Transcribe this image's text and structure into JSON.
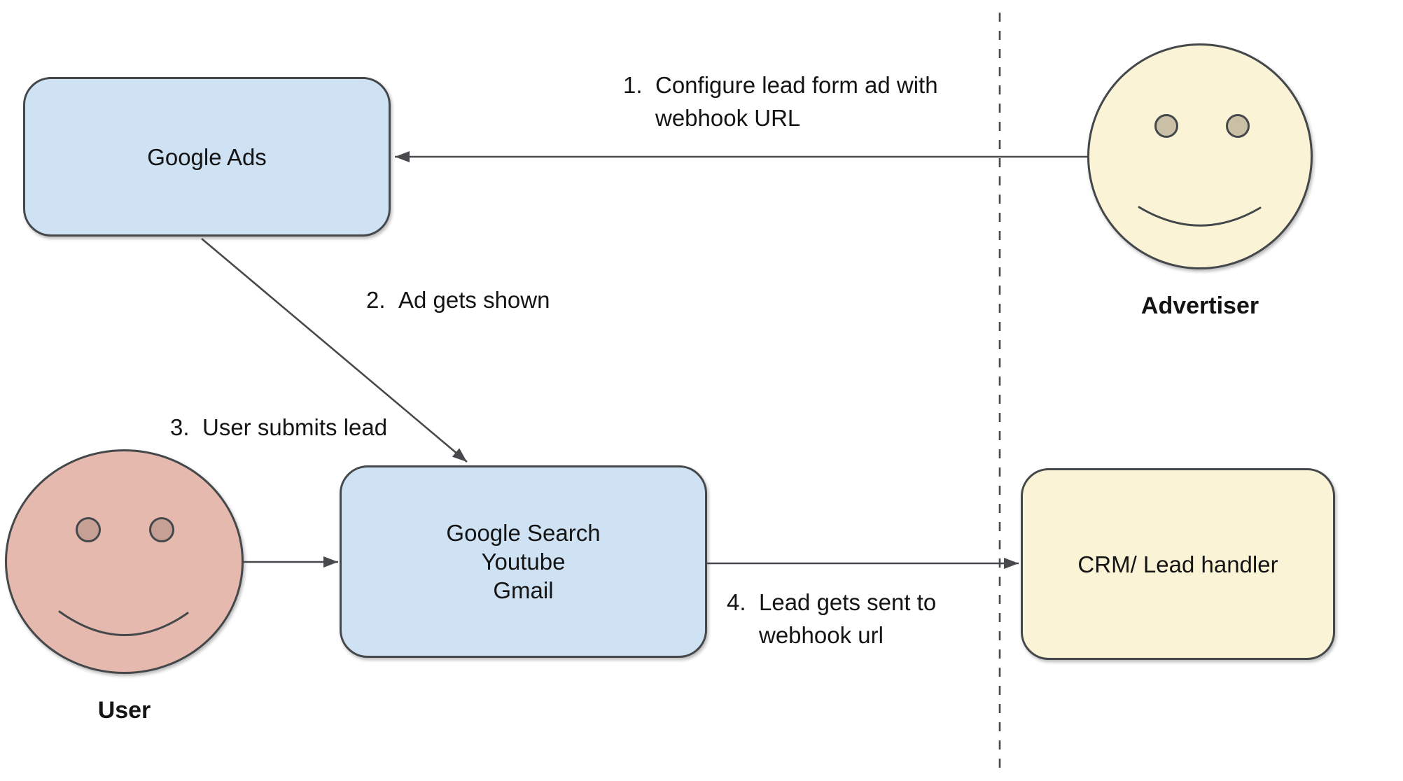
{
  "diagram": {
    "nodes": {
      "google_ads": {
        "label": "Google Ads",
        "fill": "#cfe2f3"
      },
      "platforms": {
        "lines": [
          "Google Search",
          "Youtube",
          "Gmail"
        ],
        "fill": "#cfe2f3"
      },
      "crm": {
        "label": "CRM/ Lead handler",
        "fill": "#faf3d6"
      }
    },
    "actors": {
      "advertiser": {
        "label": "Advertiser",
        "face_fill": "#faf3d6",
        "eye_fill": "#c9c0a5"
      },
      "user": {
        "label": "User",
        "face_fill": "#e6b9ae",
        "eye_fill": "#c7a095"
      }
    },
    "steps": [
      {
        "number": "1.",
        "line1": "Configure lead form ad with",
        "line2": "webhook URL"
      },
      {
        "number": "2.",
        "line1": "Ad gets shown"
      },
      {
        "number": "3.",
        "line1": "User submits lead"
      },
      {
        "number": "4.",
        "line1": "Lead gets sent to",
        "line2": "webhook url"
      }
    ],
    "style": {
      "stroke_color": "#47494c",
      "text_color": "#141414",
      "background": "#ffffff"
    }
  }
}
